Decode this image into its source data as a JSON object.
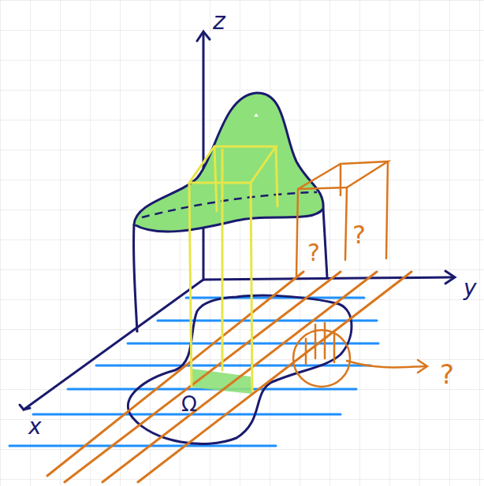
{
  "diagram": {
    "labels": [
      "z",
      "y",
      "x",
      "Ω",
      "?",
      "?",
      "?"
    ]
  }
}
